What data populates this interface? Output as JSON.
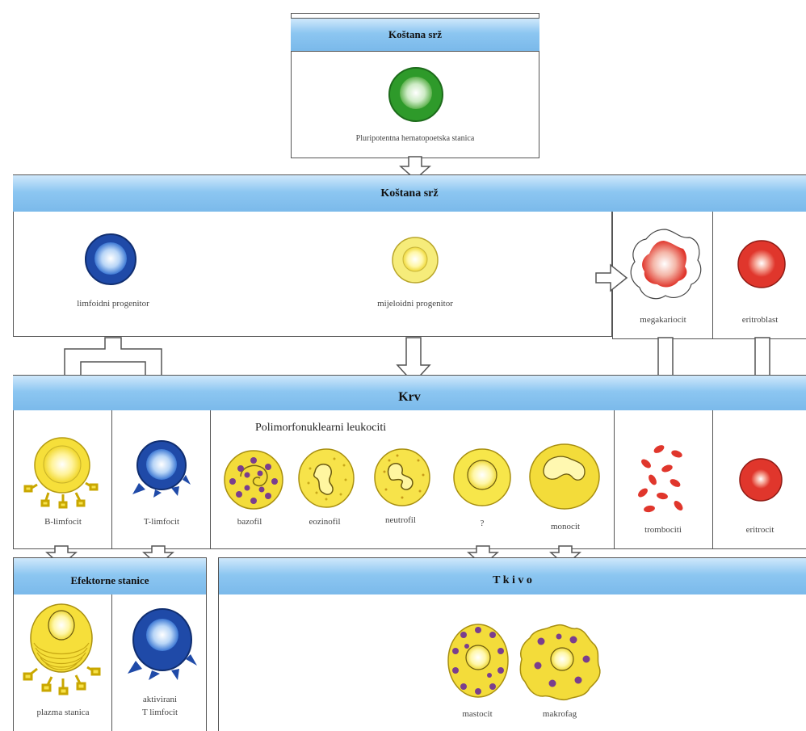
{
  "top": {
    "title": "Koštana srž",
    "cell_label": "Pluripotentna hematopoetska stanica"
  },
  "marrow": {
    "title": "Koštana srž",
    "lymphoid": "limfoidni progenitor",
    "myeloid": "mijeloidni progenitor",
    "megakaryocyte": "megakariocit",
    "erythroblast": "eritroblast"
  },
  "blood": {
    "title": "Krv",
    "group_heading": "Polimorfonuklearni leukociti",
    "b_lymphocyte": "B-limfocit",
    "t_lymphocyte": "T-limfocit",
    "basophil": "bazofil",
    "eosinophil": "eozinofil",
    "neutrophil": "neutrofil",
    "unknown": "?",
    "monocyte": "monocit",
    "thrombocytes": "trombociti",
    "erythrocyte": "eritrocit"
  },
  "effector": {
    "title": "Efektorne stanice",
    "plasma": "plazma stanica",
    "activated_t_line1": "aktivirani",
    "activated_t_line2": "T limfocit"
  },
  "tissue": {
    "title": "T k i v o",
    "mastocyte": "mastocit",
    "macrophage": "makrofag"
  },
  "colors": {
    "band": "#8cc6f1",
    "stem": "#2e9a2a",
    "lymphoid": "#1f4aa8",
    "myeloid": "#f4ea6a",
    "red": "#e0362c",
    "granule": "#7a3e8e"
  }
}
